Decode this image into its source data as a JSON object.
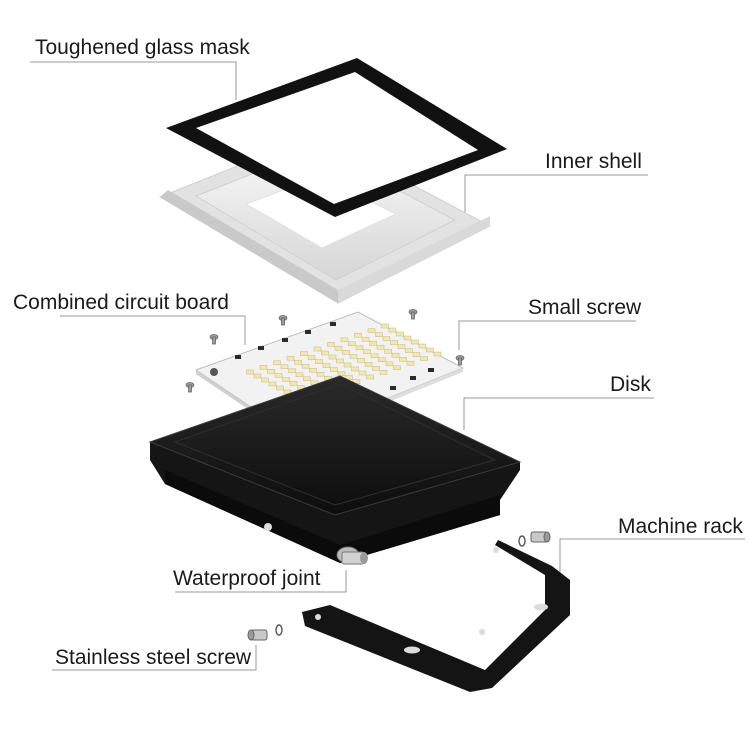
{
  "labels": {
    "glass_mask": "Toughened glass mask",
    "inner_shell": "Inner shell",
    "circuit_board": "Combined circuit board",
    "small_screw": "Small screw",
    "disk": "Disk",
    "machine_rack": "Machine rack",
    "waterproof_joint": "Waterproof joint",
    "stainless_screw": "Stainless steel screw"
  },
  "colors": {
    "housing": "#1b1b1b",
    "frame": "#111111",
    "shell": "#ececec",
    "pcb": "#f2f2f2",
    "led": "#f3e6b4",
    "leader": "#9a9a9a"
  }
}
